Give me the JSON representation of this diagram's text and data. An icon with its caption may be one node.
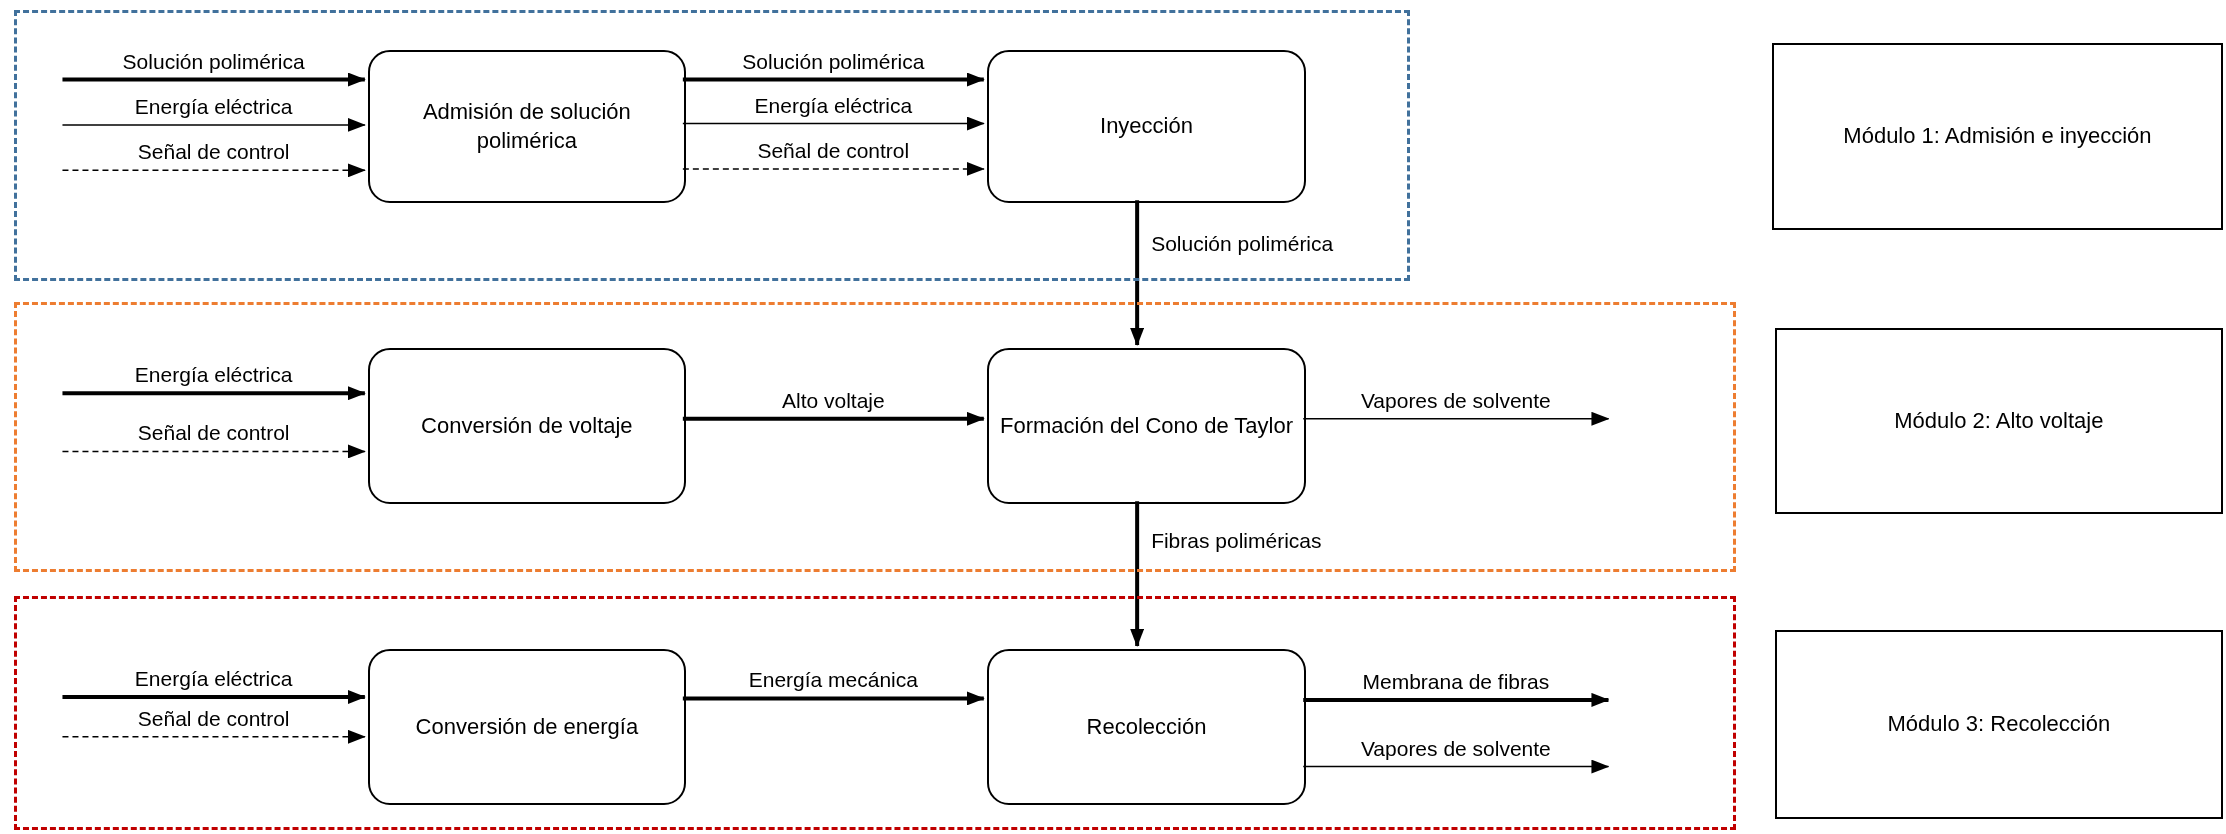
{
  "diagram": {
    "nodes": [
      {
        "text": [],
        "shape": "box"
      },
      {
        "text": [
          "Admisión de solución polimérica"
        ],
        "in": 0
      },
      {
        "text": [
          "Inyección"
        ],
        "in": 0
      },
      {
        "text": [],
        "shape": "box"
      },
      {
        "text": [
          "Conversión de voltaje"
        ],
        "in": 3
      },
      {
        "text": [
          "Formación del Cono de Taylor"
        ],
        "in": 3
      },
      {
        "text": [],
        "shape": "box"
      },
      {
        "text": [
          "Conversión de energía"
        ],
        "in": 6
      },
      {
        "text": [
          "Recolección"
        ],
        "in": 6
      },
      {
        "text": [
          "Módulo 1: Admisión e inyección"
        ]
      },
      {
        "text": [
          "Módulo 2: Alto voltaje"
        ]
      },
      {
        "text": [
          "Módulo 3: Recolección"
        ]
      }
    ],
    "edges": [
      {
        "from": null,
        "to": 1,
        "arrow": "to",
        "label": "Solución polimérica"
      },
      {
        "from": null,
        "to": 1,
        "arrow": "to",
        "label": "Energía eléctrica"
      },
      {
        "from": null,
        "to": 1,
        "arrow": "to",
        "label": "Señal de control",
        "style": "dashed"
      },
      {
        "from": 1,
        "to": 2,
        "arrow": "to",
        "label": "Solución polimérica"
      },
      {
        "from": 1,
        "to": 2,
        "arrow": "to",
        "label": "Energía eléctrica"
      },
      {
        "from": 1,
        "to": 2,
        "arrow": "to",
        "label": "Señal de control",
        "style": "dashed"
      },
      {
        "from": 2,
        "to": 5,
        "arrow": "to",
        "label": "Solución polimérica"
      },
      {
        "from": null,
        "to": 4,
        "arrow": "to",
        "label": "Energía eléctrica"
      },
      {
        "from": null,
        "to": 4,
        "arrow": "to",
        "label": "Señal de control",
        "style": "dashed"
      },
      {
        "from": 4,
        "to": 5,
        "arrow": "to",
        "label": "Alto voltaje"
      },
      {
        "from": 5,
        "to": null,
        "arrow": "to",
        "label": "Vapores de solvente"
      },
      {
        "from": 5,
        "to": 8,
        "arrow": "to",
        "label": "Fibras poliméricas"
      },
      {
        "from": null,
        "to": 7,
        "arrow": "to",
        "label": "Energía eléctrica"
      },
      {
        "from": null,
        "to": 7,
        "arrow": "to",
        "label": "Señal de control",
        "style": "dashed"
      },
      {
        "from": 7,
        "to": 8,
        "arrow": "to",
        "label": "Energía mecánica"
      },
      {
        "from": 8,
        "to": null,
        "arrow": "to",
        "label": "Membrana de fibras"
      },
      {
        "from": 8,
        "to": null,
        "arrow": "to",
        "label": "Vapores de solvente"
      }
    ]
  }
}
